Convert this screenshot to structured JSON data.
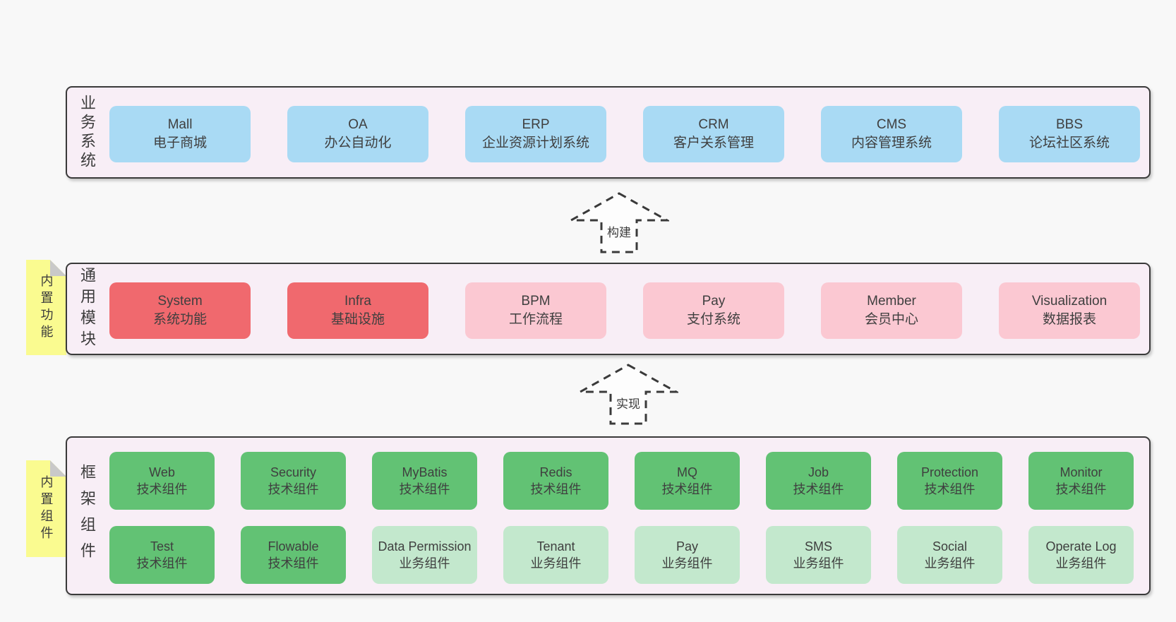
{
  "sections": {
    "business": {
      "label": "业务系统",
      "boxes": [
        {
          "title": "Mall",
          "subtitle": "电子商城"
        },
        {
          "title": "OA",
          "subtitle": "办公自动化"
        },
        {
          "title": "ERP",
          "subtitle": "企业资源计划系统"
        },
        {
          "title": "CRM",
          "subtitle": "客户关系管理"
        },
        {
          "title": "CMS",
          "subtitle": "内容管理系统"
        },
        {
          "title": "BBS",
          "subtitle": "论坛社区系统"
        }
      ]
    },
    "modules": {
      "label": "通用模块",
      "note": "内置功能",
      "boxes": [
        {
          "title": "System",
          "subtitle": "系统功能"
        },
        {
          "title": "Infra",
          "subtitle": "基础设施"
        },
        {
          "title": "BPM",
          "subtitle": "工作流程"
        },
        {
          "title": "Pay",
          "subtitle": "支付系统"
        },
        {
          "title": "Member",
          "subtitle": "会员中心"
        },
        {
          "title": "Visualization",
          "subtitle": "数据报表"
        }
      ]
    },
    "components": {
      "label": "框架组件",
      "note": "内置组件",
      "row1": [
        {
          "title": "Web",
          "subtitle": "技术组件"
        },
        {
          "title": "Security",
          "subtitle": "技术组件"
        },
        {
          "title": "MyBatis",
          "subtitle": "技术组件"
        },
        {
          "title": "Redis",
          "subtitle": "技术组件"
        },
        {
          "title": "MQ",
          "subtitle": "技术组件"
        },
        {
          "title": "Job",
          "subtitle": "技术组件"
        },
        {
          "title": "Protection",
          "subtitle": "技术组件"
        },
        {
          "title": "Monitor",
          "subtitle": "技术组件"
        }
      ],
      "row2": [
        {
          "title": "Test",
          "subtitle": "技术组件"
        },
        {
          "title": "Flowable",
          "subtitle": "技术组件"
        },
        {
          "title": "Data Permission",
          "subtitle": "业务组件"
        },
        {
          "title": "Tenant",
          "subtitle": "业务组件"
        },
        {
          "title": "Pay",
          "subtitle": "业务组件"
        },
        {
          "title": "SMS",
          "subtitle": "业务组件"
        },
        {
          "title": "Social",
          "subtitle": "业务组件"
        },
        {
          "title": "Operate Log",
          "subtitle": "业务组件"
        }
      ]
    }
  },
  "arrows": {
    "build": "构建",
    "implement": "实现"
  },
  "colors": {
    "blue": "#a9daf4",
    "red": "#f0696e",
    "pink": "#fbc8d2",
    "green": "#62c274",
    "light_green": "#c3e8cd",
    "note_yellow": "#fafb90",
    "section_bg": "#f8eef6",
    "border": "#3a3a3a",
    "page_bg": "#f8f8f8"
  }
}
